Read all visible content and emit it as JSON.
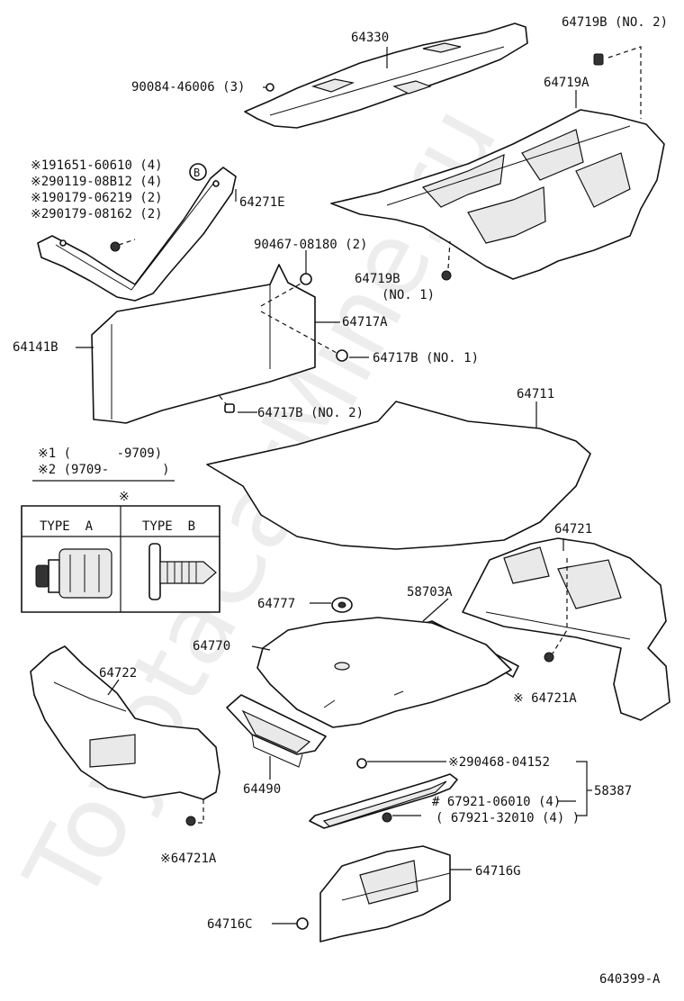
{
  "labels": {
    "p64330": "64330",
    "p90084": "90084-46006 (3)",
    "p64719b_no2": "64719B (NO. 2)",
    "p64719a": "64719A",
    "p191651": "※191651-60610 (4)",
    "p290119": "※290119-08B12 (4)",
    "p190179": "※190179-06219 (2)",
    "p290179": "※290179-08162 (2)",
    "marker_b": "B",
    "p64271e": "64271E",
    "p90467": "90467-08180 (2)",
    "p64719b_no1_a": "64719B",
    "p64719b_no1_b": "(NO. 1)",
    "p64717a": "64717A",
    "p64141b": "64141B",
    "p64717b_no1": "64717B (NO. 1)",
    "p64711": "64711",
    "p64717b_no2": "64717B (NO. 2)",
    "p64721": "64721",
    "p58703a": "58703A",
    "p64777": "64777",
    "p64770": "64770",
    "p64722": "64722",
    "p64721a_right": "※ 64721A",
    "p64490": "64490",
    "p290468": "※290468-04152",
    "p58387": "58387",
    "p67921_06010": "# 67921-06010 (4)",
    "p67921_32010": "( 67921-32010 (4) )",
    "p64721a_left": "※64721A",
    "p64716g": "64716G",
    "p64716c": "64716C",
    "figure_id": "640399-A"
  },
  "legend": {
    "note1": "※1 (      -9709)",
    "note2": "※2 (9709-       )",
    "table_mark": "※",
    "type_a": "TYPE  A",
    "type_b": "TYPE  B"
  },
  "watermark": "ToyotaCarMine.ru"
}
